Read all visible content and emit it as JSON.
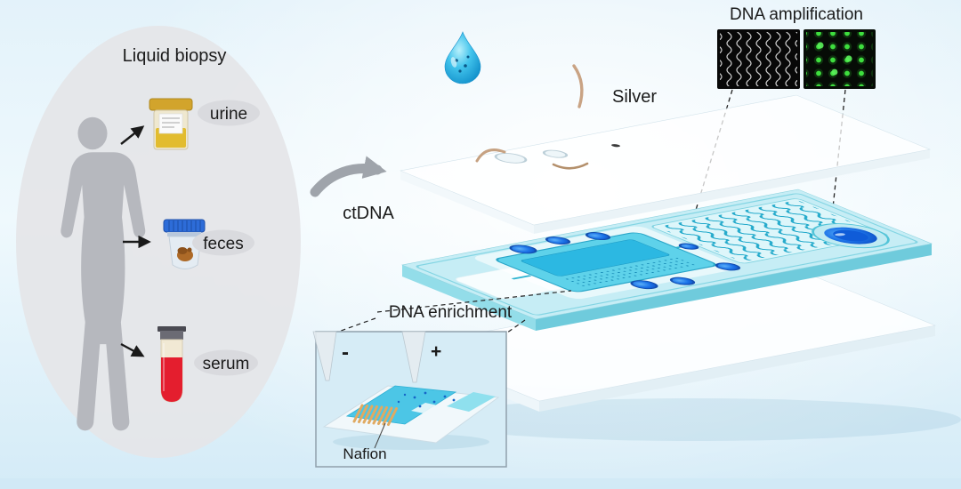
{
  "figure": {
    "liquid_biopsy": {
      "title": "Liquid biopsy",
      "samples": [
        {
          "label": "urine"
        },
        {
          "label": "feces"
        },
        {
          "label": "serum"
        }
      ]
    },
    "ctdna_label": "ctDNA",
    "silver_label": "Silver",
    "amplification": {
      "title": "DNA amplification"
    },
    "enrichment": {
      "label": "DNA enrichment",
      "electrode_negative": "-",
      "electrode_positive": "+",
      "membrane_label": "Nafion"
    },
    "colors": {
      "background_blue": "#dceef8",
      "panel_gray": "#e5e6e9",
      "chip_cyan": "#5ed2ea",
      "well_blue": "#1d74e8",
      "droplet_blue": "#42c4ec",
      "silver_wire_tan": "#c9a384",
      "nafion_orange": "#e0aa62",
      "fluorescence_green": "#3ede3e",
      "serum_red": "#e41e2e",
      "urine_yellow": "#e2bc2e",
      "feces_brown": "#ad6a28"
    }
  }
}
